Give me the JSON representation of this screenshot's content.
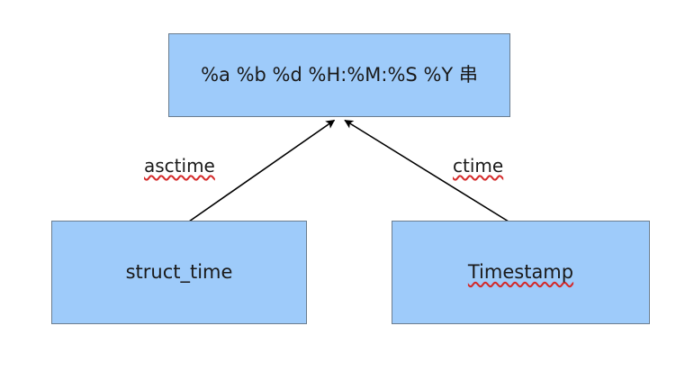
{
  "diagram": {
    "type": "flow-diagram",
    "background_color": "#ffffff",
    "node_fill_color": "#9ECBFA",
    "node_border_color": "#6B7D8F",
    "edge_color": "#000000",
    "spellcheck_underline_color": "#d42a2a",
    "nodes": [
      {
        "id": "format",
        "label": "%a %b %d %H:%M:%S %Y 串",
        "misspelled": false
      },
      {
        "id": "struct_time",
        "label": "struct_time",
        "misspelled": false
      },
      {
        "id": "timestamp",
        "label": "Timestamp",
        "misspelled": true
      }
    ],
    "edges": [
      {
        "id": "asctime",
        "label": "asctime",
        "from": "struct_time",
        "to": "format",
        "misspelled": true,
        "arrowhead": "filled-triangle"
      },
      {
        "id": "ctime",
        "label": "ctime",
        "from": "timestamp",
        "to": "format",
        "misspelled": true,
        "arrowhead": "filled-triangle"
      }
    ]
  }
}
